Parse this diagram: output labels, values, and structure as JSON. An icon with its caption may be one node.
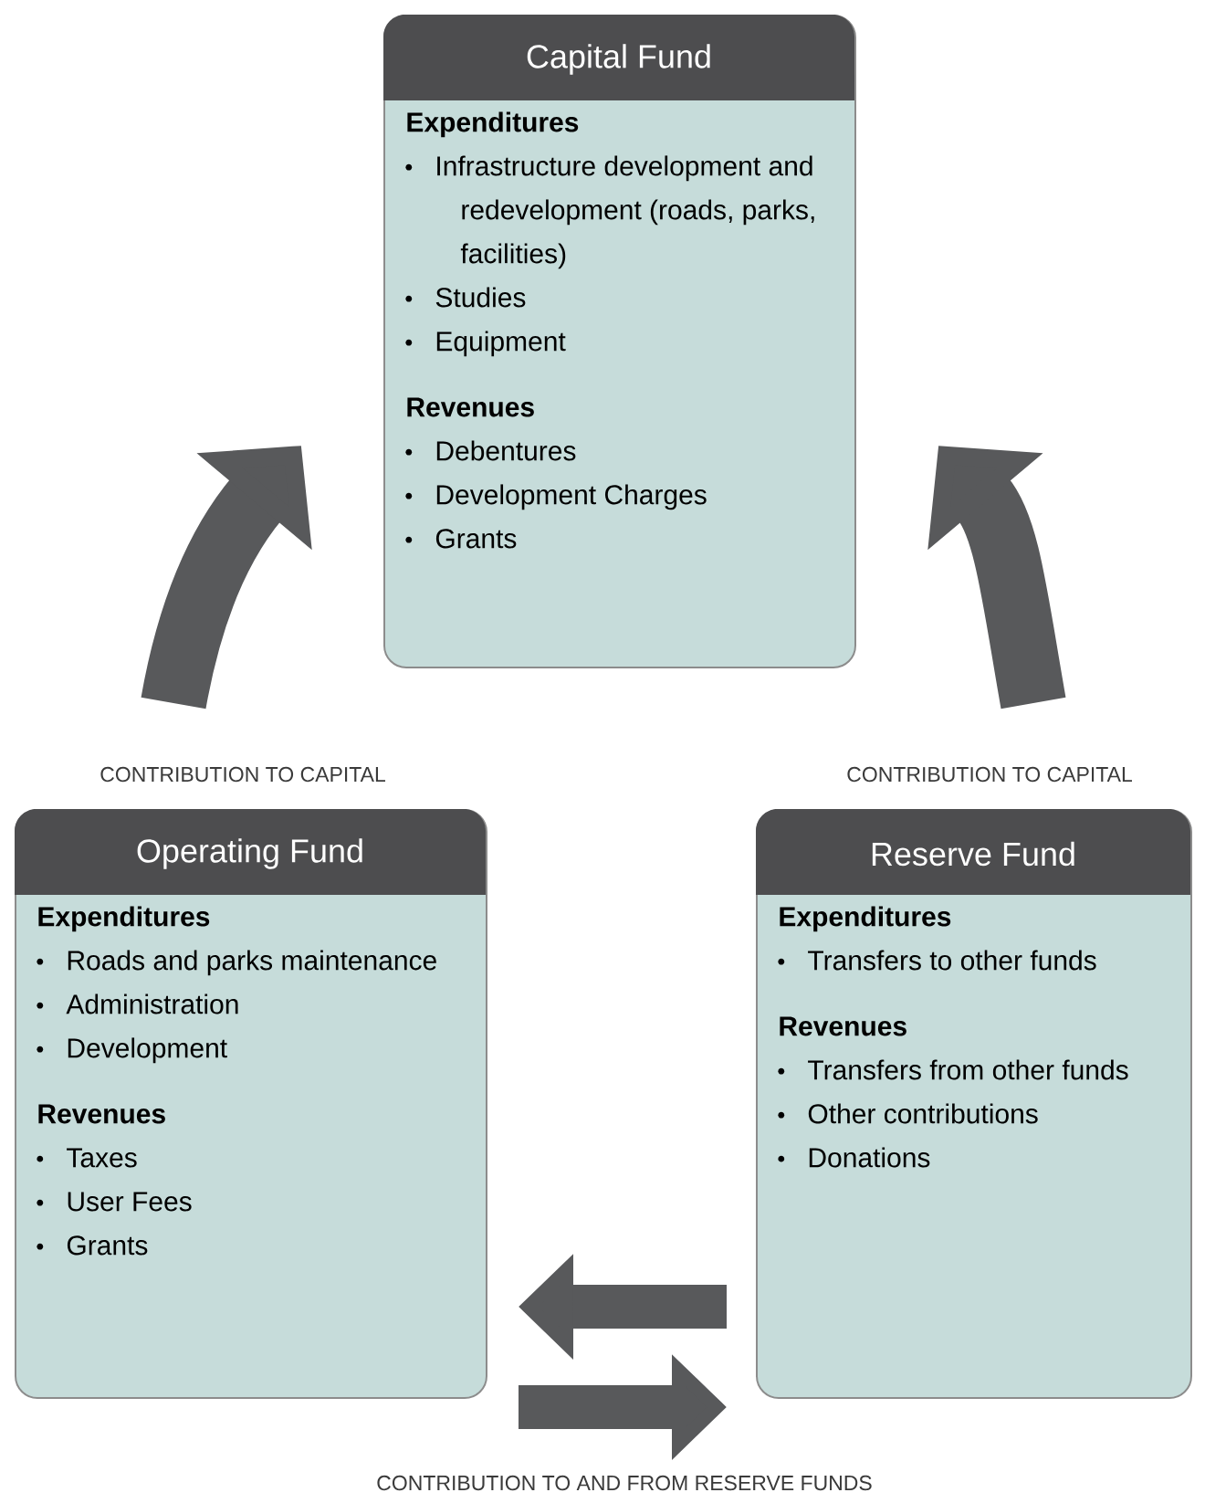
{
  "diagram": {
    "nodes": [
      {
        "text": [
          "Capital Fund",
          "Expenditures",
          "Infrastructure development and redevelopment (roads, parks, facilities)",
          "Studies",
          "Equipment",
          "Revenues",
          "Debentures",
          "Development Charges",
          "Grants"
        ]
      },
      {
        "text": [
          "Operating Fund",
          "Expenditures",
          "Roads and parks maintenance",
          "Administration",
          "Development",
          "Revenues",
          "Taxes",
          "User Fees",
          "Grants"
        ]
      },
      {
        "text": [
          "Reserve Fund",
          "Expenditures",
          "Transfers to other funds",
          "Revenues",
          "Transfers from other funds",
          "Other contributions",
          "Donations"
        ]
      }
    ],
    "edges": [
      {
        "from": 1,
        "to": 0,
        "arrow": "to",
        "label": "CONTRIBUTION TO CAPITAL"
      },
      {
        "from": 2,
        "to": 0,
        "arrow": "to",
        "label": "CONTRIBUTION TO CAPITAL"
      },
      {
        "from": 2,
        "to": 1,
        "arrow": "to"
      },
      {
        "from": 1,
        "to": 2,
        "arrow": "to"
      }
    ],
    "labels": [
      "CONTRIBUTION TO AND FROM RESERVE FUNDS"
    ]
  }
}
